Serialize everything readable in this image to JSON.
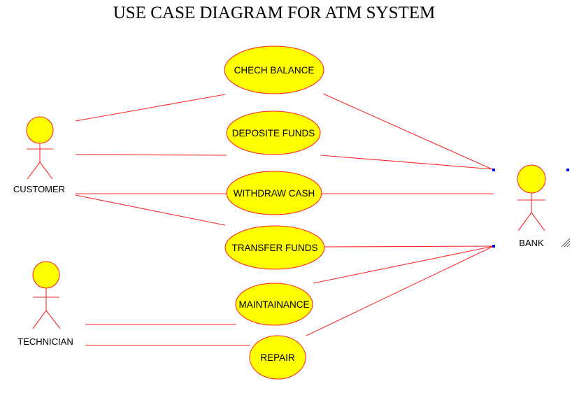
{
  "title": "USE CASE DIAGRAM FOR ATM SYSTEM",
  "actors": {
    "customer": "CUSTOMER",
    "bank": "BANK",
    "technician": "TECHNICIAN"
  },
  "use_cases": {
    "check_balance": "CHECH BALANCE",
    "deposit_funds": "DEPOSITE FUNDS",
    "withdraw_cash": "WITHDRAW CASH",
    "transfer_funds": "TRANSFER FUNDS",
    "maintenance": "MAINTAINANCE",
    "repair": "REPAIR"
  },
  "colors": {
    "use_case_fill": "#ffff00",
    "line": "#ff2a2a",
    "selection_handle": "#0000ff"
  }
}
